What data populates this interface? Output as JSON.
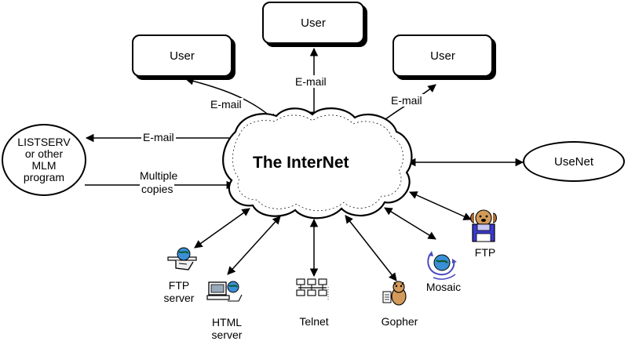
{
  "center": {
    "title": "The InterNet"
  },
  "users": [
    {
      "label": "User"
    },
    {
      "label": "User"
    },
    {
      "label": "User"
    }
  ],
  "listserv": {
    "line1": "LISTSERV",
    "line2": "or other",
    "line3": "MLM",
    "line4": "program"
  },
  "usenet": {
    "label": "UseNet"
  },
  "edges": {
    "email_top": "E-mail",
    "email_left_user": "E-mail",
    "email_right_user": "E-mail",
    "email_listserv": "E-mail",
    "multiple_line1": "Multiple",
    "multiple_line2": "copies"
  },
  "services": {
    "ftp_server": {
      "line1": "FTP",
      "line2": "server",
      "icon": "globe-on-hand-icon"
    },
    "html_server": {
      "line1": "HTML",
      "line2": "server",
      "icon": "computer-globe-icon"
    },
    "telnet": {
      "line1": "Telnet",
      "icon": "network-terminals-icon"
    },
    "gopher": {
      "line1": "Gopher",
      "icon": "gopher-icon"
    },
    "mosaic": {
      "line1": "Mosaic",
      "icon": "mosaic-globe-icon"
    },
    "ftp": {
      "line1": "FTP",
      "icon": "dog-with-disk-icon"
    }
  },
  "colors": {
    "ink": "#000000",
    "globe": "#3b8fd6",
    "floppy": "#3a3ad0",
    "dog": "#d39a5a"
  }
}
